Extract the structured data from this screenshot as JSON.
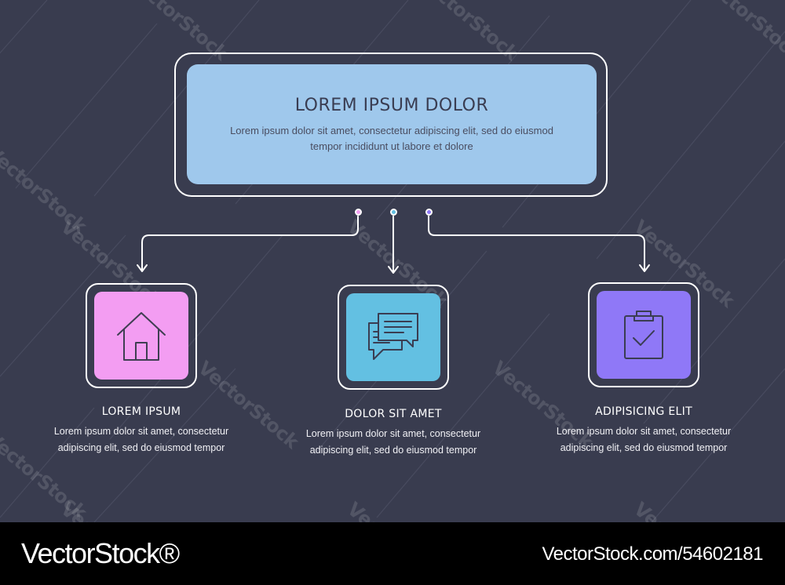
{
  "colors": {
    "background": "#393c4f",
    "top_box": "#9fc8ec",
    "card_1": "#f39df2",
    "card_2": "#63c0e2",
    "card_3": "#8f78f7",
    "dot_1": "#f39df2",
    "dot_2": "#63c0e2",
    "dot_3": "#8f78f7",
    "line": "#ffffff",
    "footer": "#000000"
  },
  "top": {
    "title": "LOREM IPSUM DOLOR",
    "text": "Lorem ipsum dolor sit amet, consectetur adipiscing elit, sed do eiusmod tempor incididunt ut labore et dolore"
  },
  "cards": [
    {
      "icon": "house-icon",
      "title": "LOREM IPSUM",
      "text": "Lorem ipsum dolor sit amet, consectetur adipiscing elit, sed do eiusmod tempor"
    },
    {
      "icon": "chat-bubbles-icon",
      "title": "DOLOR SIT AMET",
      "text": "Lorem ipsum dolor sit amet, consectetur adipiscing elit, sed do eiusmod tempor"
    },
    {
      "icon": "clipboard-check-icon",
      "title": "ADIPISICING ELIT",
      "text": "Lorem ipsum dolor sit amet, consectetur adipiscing elit, sed do eiusmod tempor"
    }
  ],
  "watermark": {
    "text": "VectorStock"
  },
  "footer": {
    "brand": "VectorStock®",
    "image_id": "VectorStock.com/54602181"
  }
}
